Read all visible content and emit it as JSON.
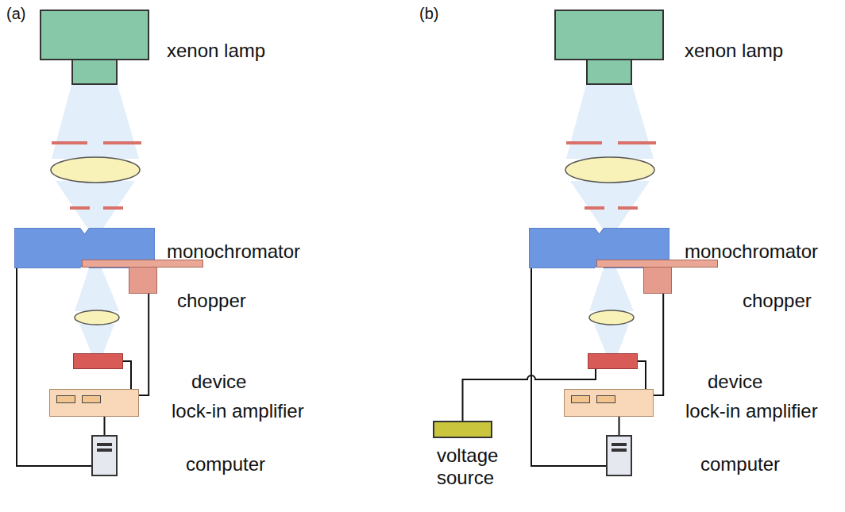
{
  "diagram": {
    "nodes": [
      {
        "text": [
          "xenon lamp"
        ]
      },
      {
        "text": [
          "monochromator"
        ]
      },
      {
        "text": [
          "chopper"
        ]
      },
      {
        "text": [
          "device"
        ]
      },
      {
        "text": [
          "lock-in amplifier"
        ]
      },
      {
        "text": [
          "computer"
        ]
      },
      {
        "text": [
          "xenon lamp"
        ]
      },
      {
        "text": [
          "monochromator"
        ]
      },
      {
        "text": [
          "chopper"
        ]
      },
      {
        "text": [
          "device"
        ]
      },
      {
        "text": [
          "lock-in amplifier"
        ]
      },
      {
        "text": [
          "computer"
        ]
      },
      {
        "text": [
          "voltage source"
        ]
      }
    ],
    "edges": [
      {
        "from": 1,
        "to": 5,
        "arrow": "none"
      },
      {
        "from": 2,
        "to": 4,
        "arrow": "none"
      },
      {
        "from": 3,
        "to": 4,
        "arrow": "none"
      },
      {
        "from": 4,
        "to": 5,
        "arrow": "none"
      },
      {
        "from": 7,
        "to": 11,
        "arrow": "none"
      },
      {
        "from": 8,
        "to": 10,
        "arrow": "none"
      },
      {
        "from": 9,
        "to": 10,
        "arrow": "none"
      },
      {
        "from": 10,
        "to": 11,
        "arrow": "none"
      },
      {
        "from": 12,
        "to": 9,
        "arrow": "none"
      }
    ],
    "labels": [
      "(a)",
      "(b)"
    ]
  }
}
